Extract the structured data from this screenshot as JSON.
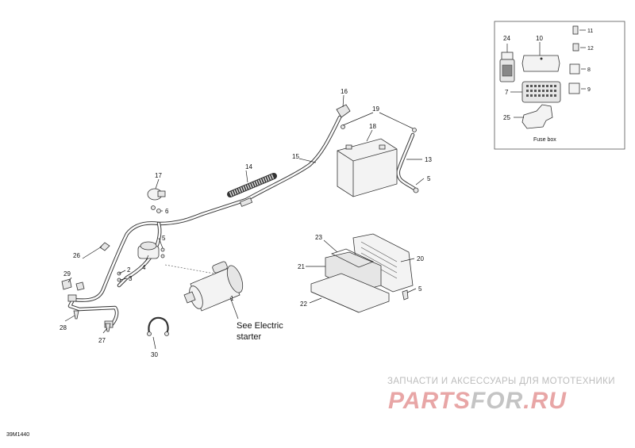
{
  "callouts": {
    "c1": "1",
    "c2": "2",
    "c3": "3",
    "c4": "4",
    "c5a": "5",
    "c5b": "5",
    "c5c": "5",
    "c6": "6",
    "c7": "7",
    "c8": "8",
    "c9": "9",
    "c10": "10",
    "c11": "11",
    "c12": "12",
    "c13": "13",
    "c14": "14",
    "c15": "15",
    "c16": "16",
    "c17": "17",
    "c18": "18",
    "c19": "19",
    "c20": "20",
    "c21": "21",
    "c22": "22",
    "c23": "23",
    "c24": "24",
    "c25": "25",
    "c26": "26",
    "c27": "27",
    "c28": "28",
    "c29": "29",
    "c30": "30"
  },
  "notes": {
    "see_line1": "See Electric",
    "see_line2": "starter"
  },
  "fusebox": {
    "caption": "Fuse box"
  },
  "drawing_code": "39M1440",
  "watermark": {
    "tagline": "ЗАПЧАСТИ И АКСЕССУАРЫ ДЛЯ МОТОТЕХНИКИ",
    "brand_part1": "PARTS",
    "brand_part2": "FOR",
    "brand_part3": ".RU",
    "colors": {
      "red": "#e8a6a6",
      "grey": "#c4c4c4"
    }
  }
}
